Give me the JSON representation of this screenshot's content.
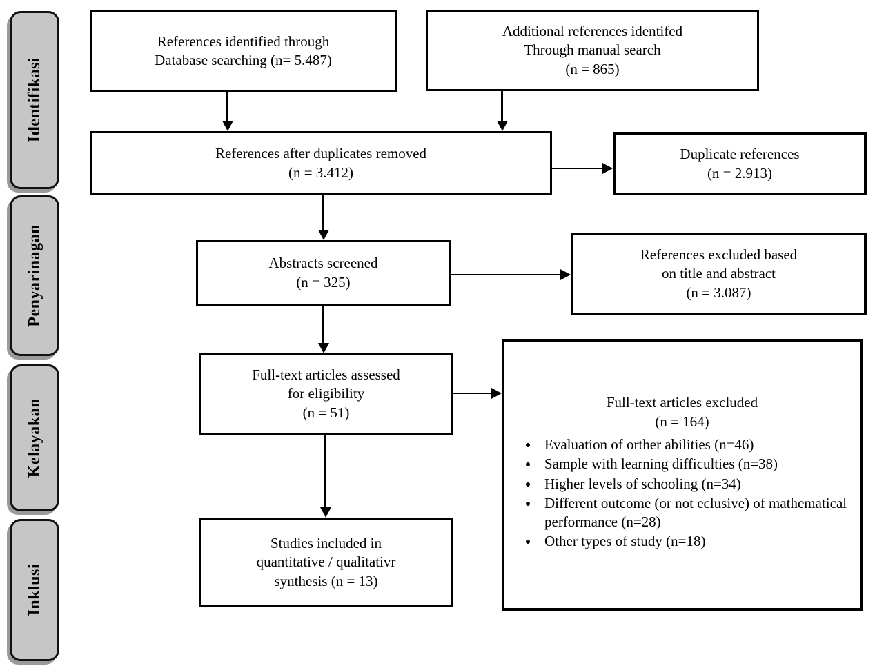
{
  "diagram": {
    "type": "prisma-flow",
    "language_of_stages": "Indonesian",
    "colors": {
      "box_fill": "#ffffff",
      "box_border": "#000000",
      "stage_fill": "#c6c6c6",
      "stage_shadow": "#9a9a9a",
      "text": "#000000"
    }
  },
  "stages": {
    "identification": "Identifikasi",
    "screening": "Penyarinagan",
    "eligibility": "Kelayakan",
    "inclusion": "Inklusi"
  },
  "boxes": {
    "database_search": "References identified through\nDatabase searching (n= 5.487)",
    "manual_search": "Additional references identifed\nThrough manual search\n(n = 865)",
    "after_duplicates": "References after duplicates removed\n(n = 3.412)",
    "duplicate_references": "Duplicate references\n(n = 2.913)",
    "abstracts_screened": "Abstracts screened\n(n = 325)",
    "excluded_title_abstract": "References excluded based\non title and abstract\n(n = 3.087)",
    "fulltext_assessed": "Full-text articles assessed\nfor eligibility\n(n = 51)",
    "studies_included": "Studies included in\nquantitative / qualitativr\nsynthesis (n = 13)",
    "fulltext_excluded_title": "Full-text articles excluded\n(n = 164)",
    "fulltext_excluded_reasons": [
      "Evaluation of orther abilities (n=46)",
      "Sample with learning difficulties (n=38)",
      "Higher levels of schooling (n=34)",
      "Different outcome (or not eclusive) of mathematical performance (n=28)",
      "Other types of study (n=18)"
    ]
  }
}
